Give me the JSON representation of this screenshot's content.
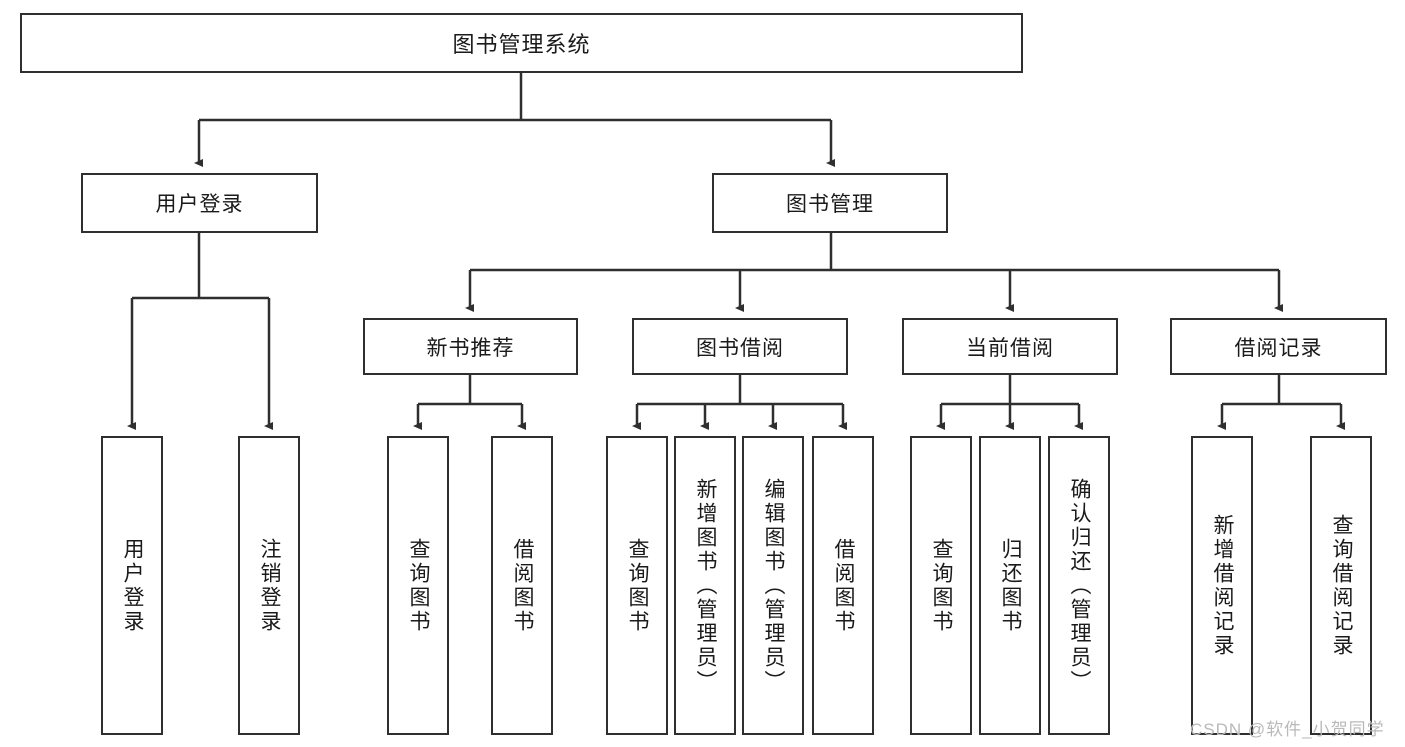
{
  "diagram": {
    "type": "tree",
    "title": "图书管理系统",
    "watermark": "CSDN @软件_小贺同学",
    "colors": {
      "background": "#ffffff",
      "stroke": "#2f2f2f",
      "text": "#1a1a1a",
      "watermark": "#b9b9b9"
    },
    "levels": {
      "root": {
        "label": "图书管理系统"
      },
      "level2": [
        {
          "id": "user-login",
          "label": "用户登录"
        },
        {
          "id": "book-manage",
          "label": "图书管理"
        }
      ],
      "level3": [
        {
          "id": "new-book-recommend",
          "label": "新书推荐"
        },
        {
          "id": "book-borrow",
          "label": "图书借阅"
        },
        {
          "id": "current-borrow",
          "label": "当前借阅"
        },
        {
          "id": "borrow-record",
          "label": "借阅记录"
        }
      ],
      "leaves": {
        "user-login": [
          {
            "id": "leaf-user-login",
            "label": "用户登录"
          },
          {
            "id": "leaf-logout",
            "label": "注销登录"
          }
        ],
        "new-book-recommend": [
          {
            "id": "leaf-query-book-1",
            "label": "查询图书"
          },
          {
            "id": "leaf-borrow-book-1",
            "label": "借阅图书"
          }
        ],
        "book-borrow": [
          {
            "id": "leaf-query-book-2",
            "label": "查询图书"
          },
          {
            "id": "leaf-add-book",
            "label": "新增图书（管理员）"
          },
          {
            "id": "leaf-edit-book",
            "label": "编辑图书（管理员）"
          },
          {
            "id": "leaf-borrow-book-2",
            "label": "借阅图书"
          }
        ],
        "current-borrow": [
          {
            "id": "leaf-query-book-3",
            "label": "查询图书"
          },
          {
            "id": "leaf-return-book",
            "label": "归还图书"
          },
          {
            "id": "leaf-confirm-return",
            "label": "确认归还（管理员）"
          }
        ],
        "borrow-record": [
          {
            "id": "leaf-add-record",
            "label": "新增借阅记录"
          },
          {
            "id": "leaf-query-record",
            "label": "查询借阅记录"
          }
        ]
      }
    }
  }
}
